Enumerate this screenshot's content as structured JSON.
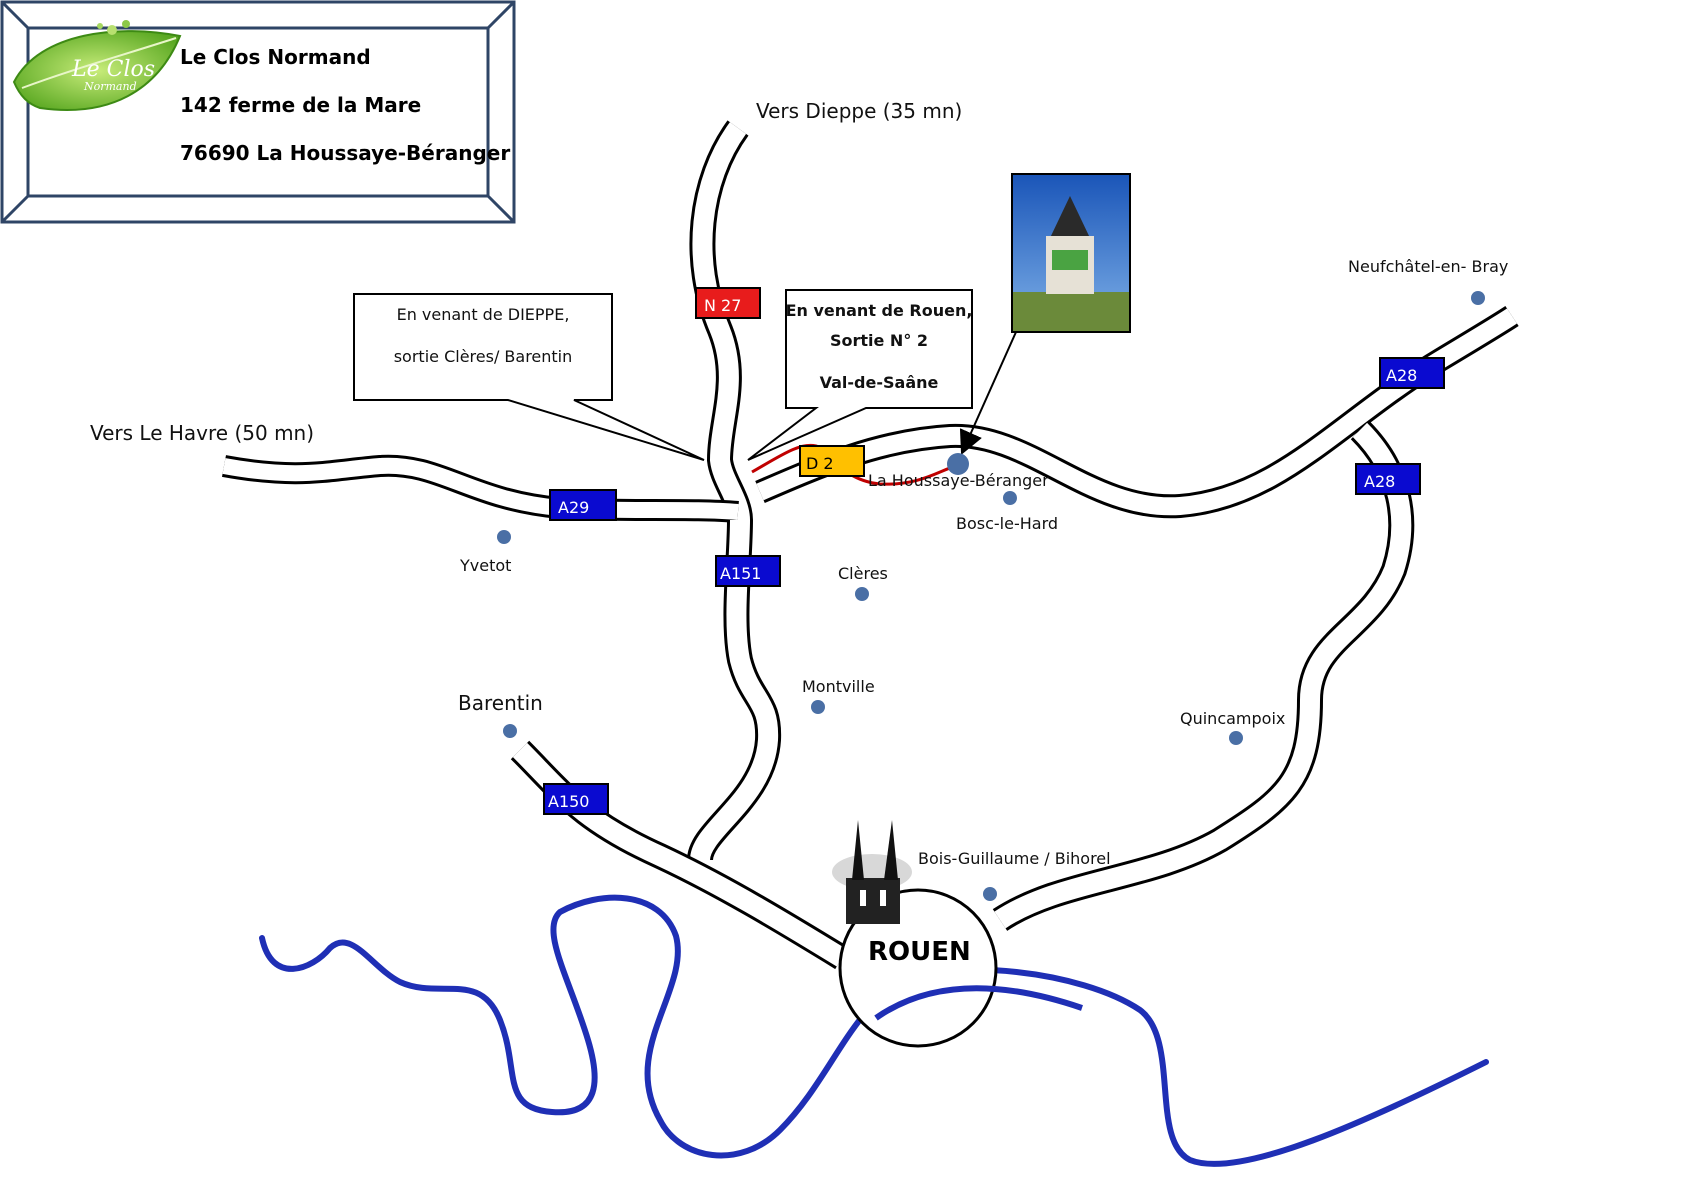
{
  "address": {
    "name": "Le Clos Normand",
    "street": "142 ferme de la Mare",
    "city": "76690 La Houssaye-Béranger"
  },
  "logo": {
    "line1": "Le Clos",
    "line2": "Normand",
    "icon": "leaf-logo"
  },
  "directions": {
    "dieppe": "Vers Dieppe (35 mn)",
    "le_havre": "Vers Le Havre (50 mn)"
  },
  "callouts": {
    "from_dieppe": {
      "line1": "En venant de DIEPPE,",
      "line2": "sortie Clères/ Barentin"
    },
    "from_rouen": {
      "line1": "En venant de Rouen,",
      "line2": "Sortie N° 2",
      "line3": "Val-de-Saâne"
    }
  },
  "roads": {
    "n27": "N 27",
    "d2": "D 2",
    "a29": "A29",
    "a151": "A151",
    "a150": "A150",
    "a28_top": "A28",
    "a28_bottom": "A28"
  },
  "towns": {
    "la_houssaye": "La Houssaye-Béranger",
    "bosc_le_hard": "Bosc-le-Hard",
    "yvetot": "Yvetot",
    "cleres": "Clères",
    "montville": "Montville",
    "barentin": "Barentin",
    "quincampoix": "Quincampoix",
    "neufchatel": "Neufchâtel-en- Bray",
    "bois_guillaume": "Bois-Guillaume / Bihorel",
    "rouen": "ROUEN"
  },
  "colors": {
    "motorway": "#0a0ad0",
    "national_road": "#e81c1c",
    "departmental_road": "#ffc000",
    "route_line": "#c00000",
    "town_dot": "#4a6fa5",
    "river": "#1f2fb5",
    "frame": "#2f4566"
  }
}
